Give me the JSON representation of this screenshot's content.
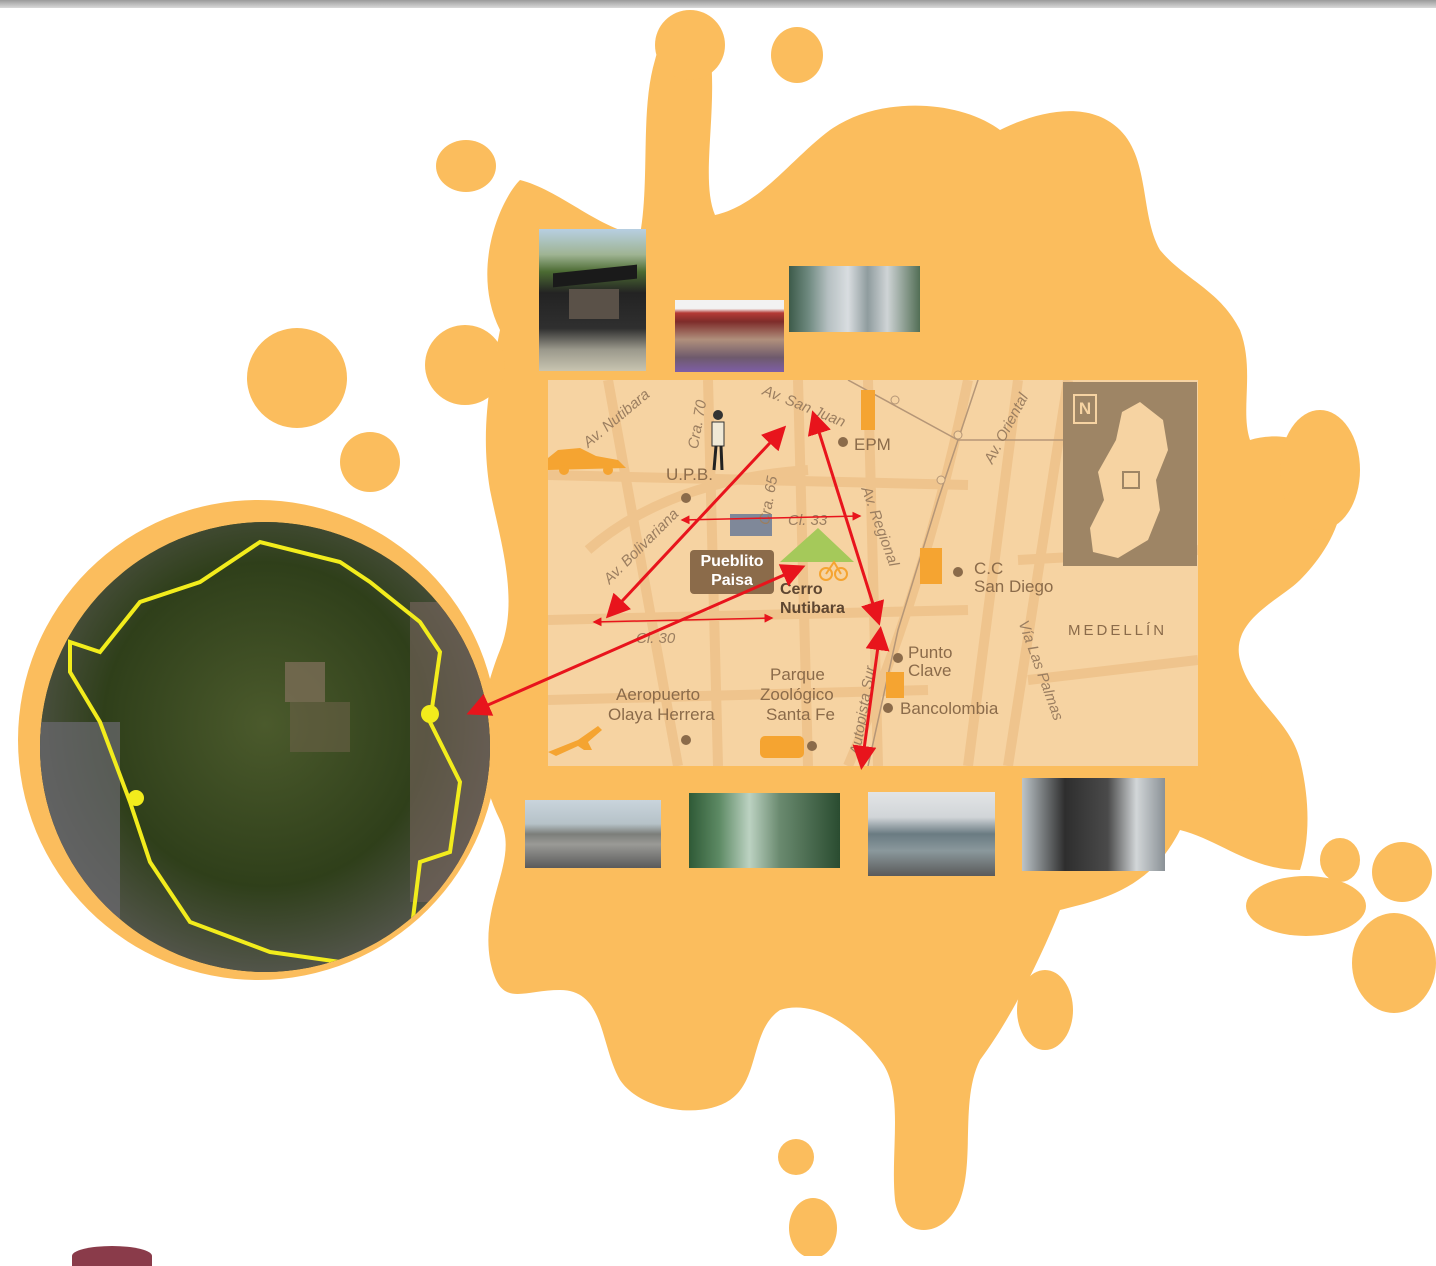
{
  "map": {
    "roads": {
      "nutibara": "Av. Nutibara",
      "cra70": "Cra. 70",
      "sanjuan": "Av. San Juan",
      "oriental": "Av. Oriental",
      "cl33": "Cl. 33",
      "cra65": "Cra. 65",
      "bolivariana": "Av. Bolivariana",
      "regional": "Av. Regional",
      "cl30": "Cl. 30",
      "autopista": "Autopista Sur",
      "laspalmas": "Vía Las Palmas"
    },
    "places": {
      "upb": "U.P.B.",
      "epm": "EPM",
      "pueblito": "Pueblito Paisa",
      "cerro": "Cerro Nutibara",
      "cc_sandiego_1": "C.C",
      "cc_sandiego_2": "San Diego",
      "medellin": "MEDELLÍN",
      "punto_clave_1": "Punto",
      "punto_clave_2": "Clave",
      "bancolombia": "Bancolombia",
      "zoologico_1": "Parque",
      "zoologico_2": "Zoológico",
      "zoologico_3": "Santa Fe",
      "aeropuerto_1": "Aeropuerto",
      "aeropuerto_2": "Olaya Herrera"
    },
    "north_symbol": "N"
  },
  "colors": {
    "splash": "#fbbd5d",
    "map_bg": "#f6d3a2",
    "map_text": "#8b6b4a",
    "arrow": "#e8141c",
    "icon_orange": "#f5a431",
    "satellite_outline": "#f2ec1c"
  },
  "icons": [
    "car-icon",
    "person-icon",
    "building-icon",
    "bike-icon",
    "plane-icon",
    "bus-icon",
    "mountain-icon"
  ]
}
